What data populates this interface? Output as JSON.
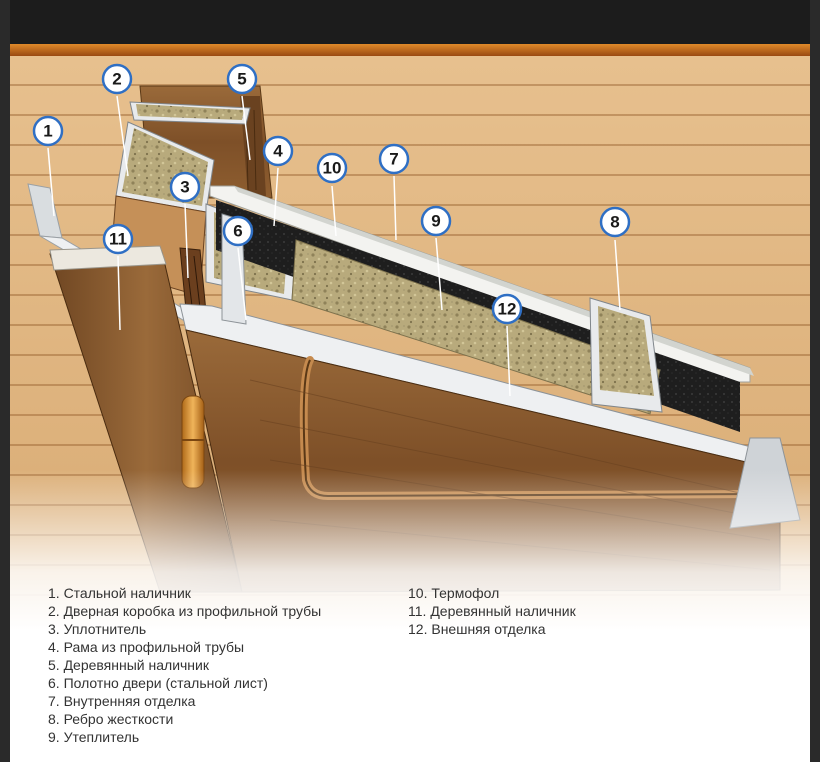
{
  "callouts": [
    "1",
    "2",
    "3",
    "4",
    "5",
    "6",
    "7",
    "8",
    "9",
    "10",
    "11",
    "12"
  ],
  "legend": {
    "column_1": [
      "1. Стальной наличник",
      "2. Дверная коробка из профильной трубы",
      "3. Уплотнитель",
      "4. Рама из профильной трубы",
      "5. Деревянный наличник",
      "6. Полотно двери (стальной лист)",
      "7. Внутренняя отделка",
      "8. Ребро жесткости",
      "9. Утеплитель"
    ],
    "column_2": [
      "10. Термофол",
      "11. Деревянный наличник",
      "12. Внешняя отделка"
    ]
  },
  "colors": {
    "header": "#1c1c1c",
    "accent": "#c8741f",
    "wall": "#dcb07a",
    "wood": "#8a5a2e",
    "insulation": "#b5a77a",
    "steel": "#d9dde0",
    "thermofol": "#1e1e1e",
    "callout_stroke": "#2f6fc4"
  }
}
